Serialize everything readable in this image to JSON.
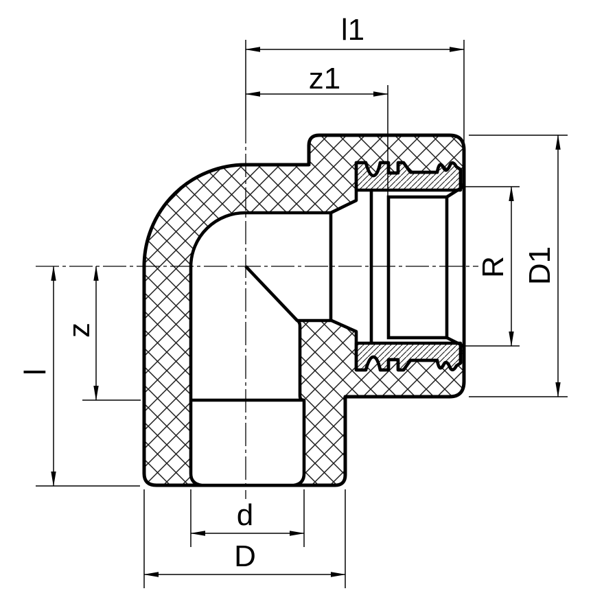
{
  "drawing": {
    "background_color": "#ffffff",
    "line_color": "#000000",
    "subject": "90-degree elbow pipe fitting section with female threaded insert",
    "dimensions": {
      "l1": "l1",
      "z1": "z1",
      "R": "R",
      "D1": "D1",
      "l": "l",
      "z": "z",
      "d": "d",
      "D": "D"
    }
  }
}
